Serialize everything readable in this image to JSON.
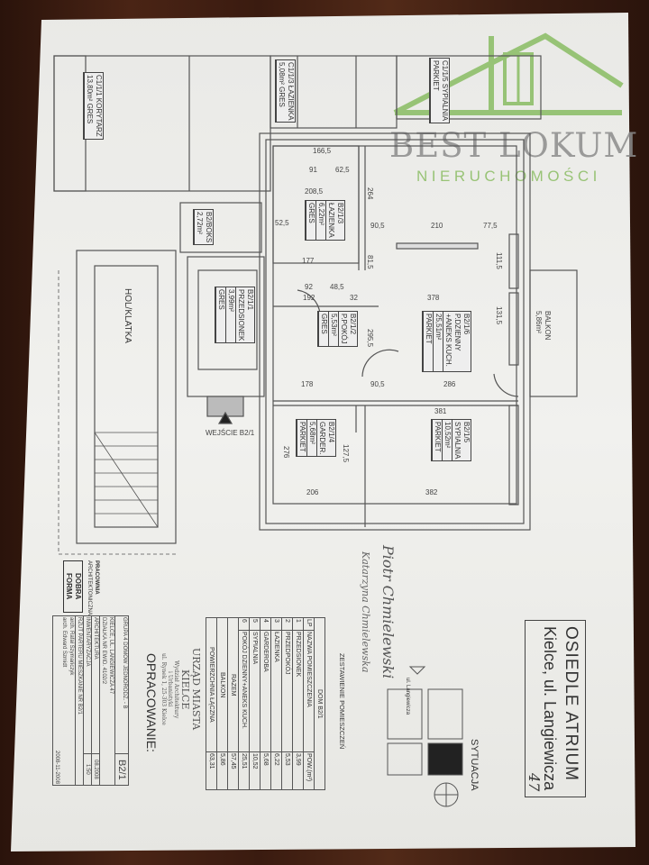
{
  "watermark": {
    "brand": "BEST LOKUM",
    "subtitle": "NIERUCHOMOŚCI",
    "accent": "#8fbf6a"
  },
  "title_block": {
    "line1": "OSIEDLE ATRIUM",
    "line2": "Kielce, ul. Langiewicza",
    "handwritten_number": "47"
  },
  "situation": {
    "label": "SYTUACJA",
    "street": "ul. Langiewicza"
  },
  "room_table": {
    "title": "ZESTAWIENIE POMIESZCZEŃ",
    "house": "DOM B2/1",
    "headers": [
      "LP",
      "NAZWA POMIESZCZENIA",
      "POW.(m²)"
    ],
    "rows": [
      {
        "lp": "1",
        "name": "PRZEDSIONEK",
        "area": "3,99"
      },
      {
        "lp": "2",
        "name": "PRZEDPOKÓJ",
        "area": "5,53"
      },
      {
        "lp": "3",
        "name": "ŁAZIENKA",
        "area": "6,22"
      },
      {
        "lp": "4",
        "name": "GARDEROBA",
        "area": "5,68"
      },
      {
        "lp": "5",
        "name": "SYPIALNIA",
        "area": "10,52"
      },
      {
        "lp": "6",
        "name": "POKÓJ DZIENNY+ANEKS KUCH.",
        "area": "25,51"
      }
    ],
    "total_label": "RAZEM",
    "total": "57,45",
    "balcony_label": "BALKON",
    "balcony": "5,86",
    "grand_label": "POWIERZCHNIA ŁĄCZNA",
    "grand": "63,31"
  },
  "stamp": {
    "line1": "URZĄD MIASTA",
    "line2": "KIELCE",
    "line3": "Wydział Architektury",
    "line4": "i Urbanistyki",
    "line5": "ul. Rynek 1, 25-303 Kielce"
  },
  "opracowanie": "OPRACOWANIE:",
  "project_block": {
    "code": "B2/1",
    "object": "GRUPA 4 DOMÓW JEDNORODZ. - B",
    "address": "KIELCE, UL. LANGIEWICZA 47",
    "parcel": "DZIAŁKA NR EWID. 4102/2",
    "branch": "ARCHITEKTURA",
    "stage": "INWENTARYZACJA",
    "drawing": "RZUT PARTERU MIESZKANIE NR B2/1",
    "date": "08.2008",
    "scale": "1:50",
    "author1": "arch. Rafał Szymańczyk",
    "author2": "arch. Edward Szmidt",
    "sign_date": "2008-11-2008"
  },
  "studio": {
    "line1": "PRACOWNIA",
    "line2": "ARCHITEKTONICZNA",
    "logo1": "DOBRA",
    "logo2": "FORMA"
  },
  "plan": {
    "rooms": [
      {
        "code": "B2/1/1",
        "name": "PRZEDSIONEK",
        "area": "3,99m²",
        "floor": "GRES"
      },
      {
        "code": "B2/1/2",
        "name": "P.POKÓJ",
        "area": "5,53m²",
        "floor": "GRES"
      },
      {
        "code": "B2/1/3",
        "name": "ŁAZIENKA",
        "area": "6,22m²",
        "floor": "GRES"
      },
      {
        "code": "B2/1/4",
        "name": "GARDER.",
        "area": "5,68m²",
        "floor": "PARKIET"
      },
      {
        "code": "B2/1/5",
        "name": "SYPIALNIA",
        "area": "10,52m²",
        "floor": "PARKIET"
      },
      {
        "code": "B2/1/6",
        "name": "P.DZIENNY +ANEKS KUCH.",
        "area": "25,51m²",
        "floor": "PARKIET"
      }
    ],
    "other_labels": {
      "boks": "B2/BOKS",
      "boks_area": "2,72m²",
      "entrance": "WEJŚCIE B2/1",
      "balcony": "BALKON",
      "balcony_area": "5,86m²",
      "stairs": "HOL/KLATKA",
      "neighbor1": "C1/1/1 KORYTARZ",
      "neighbor1_area": "13,80m² GRES",
      "neighbor2": "C1/1/3 ŁAZIENKA",
      "neighbor2_area": "5,08m² GRES",
      "neighbor3": "C1/1/5 SYPIALNIA",
      "neighbor3_floor": "PARKIET"
    },
    "dimensions": [
      "166,5",
      "91",
      "62,5",
      "208,5",
      "52,5",
      "177",
      "92",
      "48,5",
      "192",
      "32",
      "378",
      "90,5",
      "210",
      "77,5",
      "178",
      "90,5",
      "286",
      "381",
      "206",
      "382",
      "264",
      "81,5",
      "295,5",
      "276",
      "127,5",
      "111,5",
      "131,5"
    ]
  },
  "handwriting": {
    "line1": "Piotr Chmielewski",
    "line2": "Katarzyna Chmielewska"
  }
}
